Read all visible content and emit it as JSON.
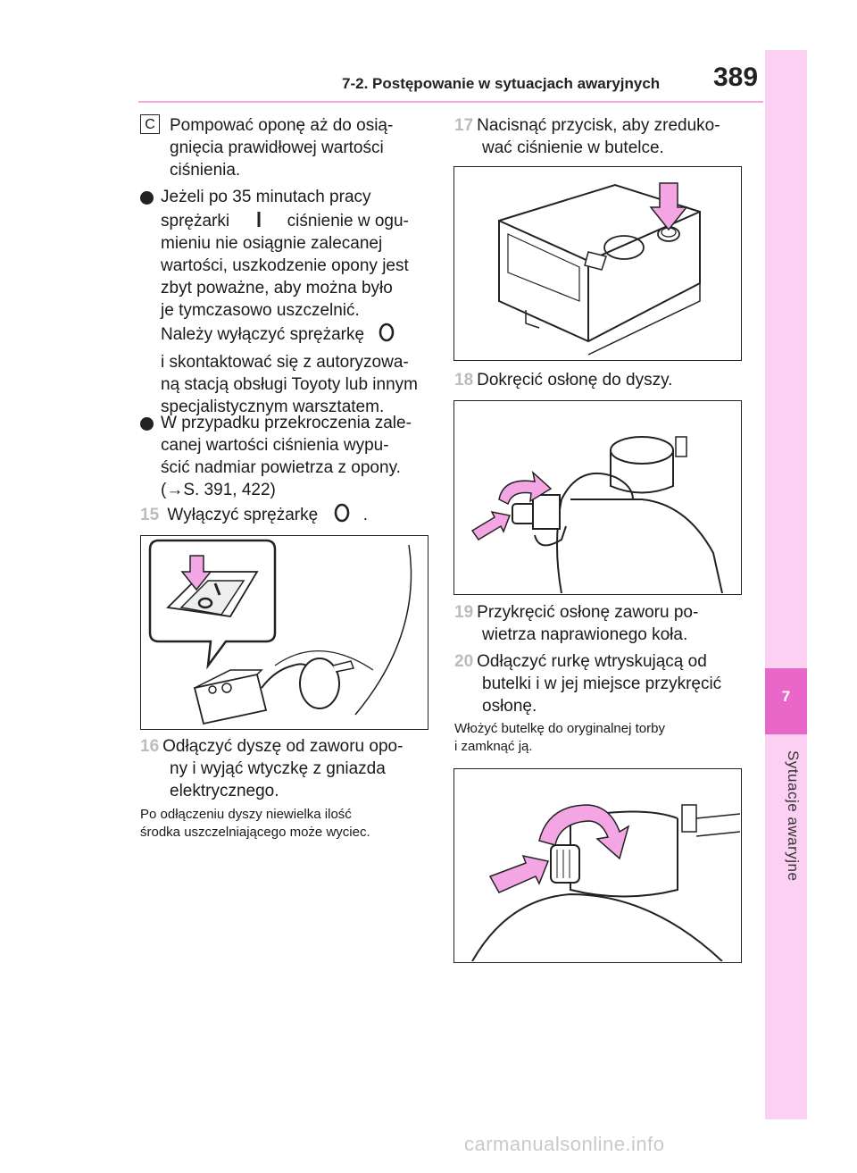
{
  "header": {
    "section": "7-2. Postępowanie w sytuacjach awaryjnych",
    "page_number": "389"
  },
  "sidebar": {
    "chapter_number": "7",
    "chapter_title": "Sytuacje awaryjne"
  },
  "left": {
    "c_label": "C",
    "c_text": [
      "Pompować oponę aż do osią-",
      "gnięcia prawidłowej wartości",
      "ciśnienia."
    ],
    "bullet1_a": [
      "Jeżeli po 35 minutach pracy"
    ],
    "bullet1_sprezarki": "sprężarki",
    "bullet1_after_icon": "ciśnienie w ogu-",
    "bullet1_b": [
      "mieniu nie osiągnie zalecanej",
      "wartości, uszkodzenie opony jest",
      "zbyt poważne, aby można było",
      "je tymczasowo uszczelnić."
    ],
    "bullet1_nalezy": "Należy wyłączyć sprężarkę",
    "bullet1_c": [
      "i skontaktować się z autoryzowa-",
      "ną stacją obsługi Toyoty lub innym",
      "specjalistycznym warsztatem."
    ],
    "bullet2": [
      "W przypadku przekroczenia zale-",
      "canej wartości ciśnienia wypu-",
      "ścić nadmiar powietrza z opony."
    ],
    "bullet2_ref": "(→S. 391, 422)",
    "step15_num": "15",
    "step15_text": "Wyłączyć sprężarkę",
    "step15_end": ".",
    "step16_num": "16",
    "step16_text": [
      "Odłączyć dyszę od zaworu opo-",
      "ny i wyjąć wtyczkę z gniazda",
      "elektrycznego."
    ],
    "step16_note": [
      "Po odłączeniu dyszy niewielka ilość",
      "środka uszczelniającego może wyciec."
    ]
  },
  "right": {
    "step17_num": "17",
    "step17_text": [
      "Nacisnąć przycisk, aby zreduko-",
      "wać ciśnienie w butelce."
    ],
    "step18_num": "18",
    "step18_text": "Dokręcić osłonę do dyszy.",
    "step19_num": "19",
    "step19_text": [
      "Przykręcić osłonę zaworu po-",
      "wietrza naprawionego koła."
    ],
    "step20_num": "20",
    "step20_text": [
      "Odłączyć rurkę wtryskującą od",
      "butelki i w jej miejsce przykręcić",
      "osłonę."
    ],
    "step20_note": [
      "Włożyć butelkę do oryginalnej torby",
      "i zamknąć ją."
    ]
  },
  "footer": {
    "watermark": "carmanualsonline.info"
  },
  "colors": {
    "accent_pink": "#e867c9",
    "sidebar_pink": "#fbd0f2",
    "arrow_pink": "#f3a6e3"
  },
  "icons": {
    "switch_on": "switch-on-icon",
    "switch_off": "switch-off-icon"
  }
}
